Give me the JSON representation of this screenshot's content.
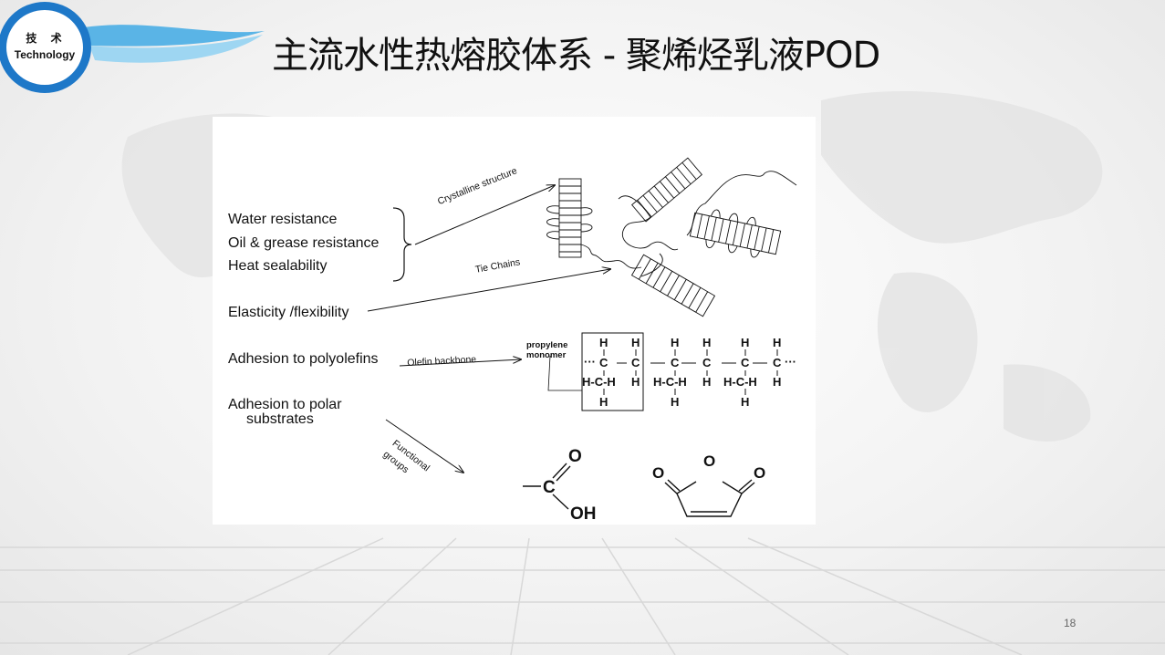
{
  "badge": {
    "line1": "技 术",
    "line2": "Technology"
  },
  "title": "主流水性热熔胶体系 - 聚烯烃乳液POD",
  "figure": {
    "properties": [
      "Water resistance",
      "Oil & grease resistance",
      "Heat sealability",
      "Elasticity /flexibility",
      "Adhesion to polyolefins",
      "Adhesion to polar",
      "substrates"
    ],
    "arrow_labels": {
      "crystalline": "Crystalline structure",
      "tie_chains": "Tie Chains",
      "olefin_backbone": "Olefin backbone",
      "functional_line1": "Functional",
      "functional_line2": "groups"
    },
    "monomer_label_line1": "propylene",
    "monomer_label_line2": "monomer",
    "chem": {
      "H": "H",
      "C": "C",
      "HCH": "H-C-H",
      "dots": "···",
      "O": "O",
      "OH": "OH"
    }
  },
  "page_number": "18",
  "colors": {
    "accent": "#1e78c8",
    "wave_light": "#7ec8ee"
  }
}
